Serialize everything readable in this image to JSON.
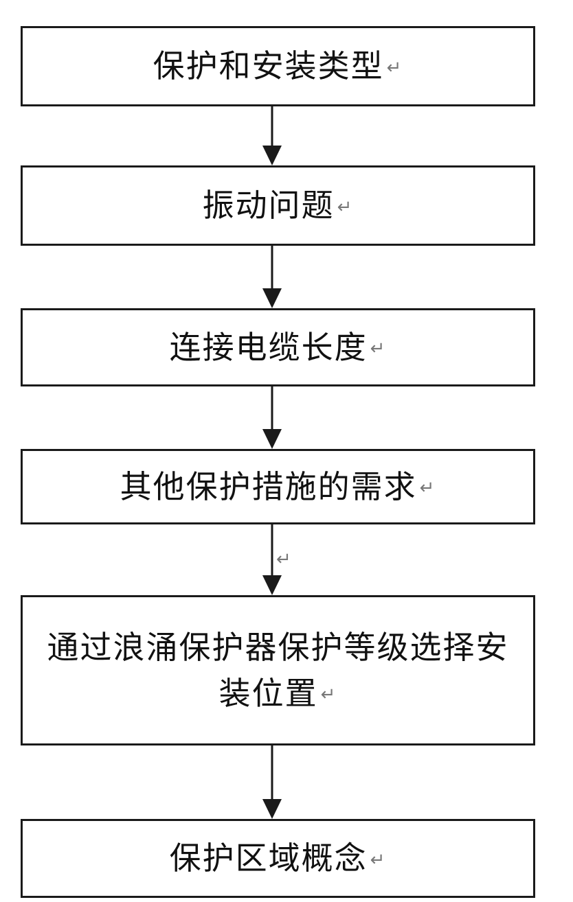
{
  "flow": {
    "return_mark": "↵",
    "steps": [
      {
        "label": "保护和安装类型"
      },
      {
        "label": "振动问题"
      },
      {
        "label": "连接电缆长度"
      },
      {
        "label": "其他保护措施的需求"
      },
      {
        "label": "通过浪涌保护器保护等级选择安装位置"
      },
      {
        "label": "保护区域概念"
      }
    ]
  },
  "colors": {
    "border": "#1a1a1a",
    "text": "#111111",
    "return_mark": "#777777"
  }
}
